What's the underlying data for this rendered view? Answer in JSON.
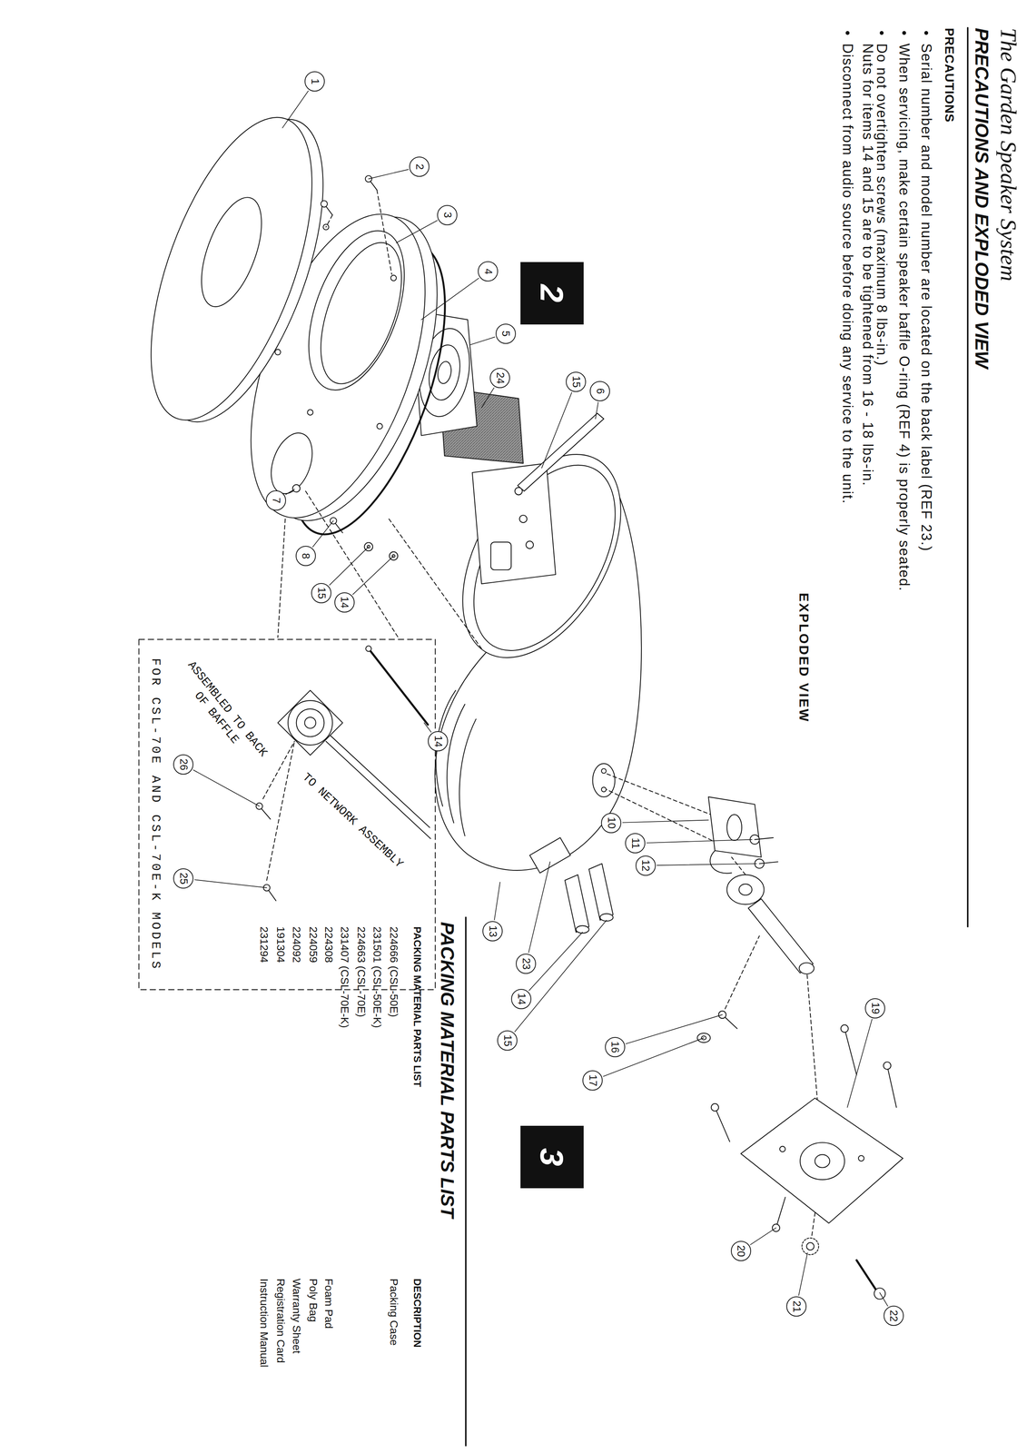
{
  "diagram": {
    "title": "The Garden Speaker System",
    "nodes": [
      {
        "text": [
          "1"
        ]
      },
      {
        "text": [
          "2"
        ]
      },
      {
        "text": [
          "3"
        ]
      },
      {
        "text": [
          "4"
        ]
      },
      {
        "text": [
          "5"
        ]
      },
      {
        "text": [
          "24"
        ]
      },
      {
        "text": [
          "15"
        ]
      },
      {
        "text": [
          "6"
        ]
      },
      {
        "text": [
          "7"
        ]
      },
      {
        "text": [
          "8"
        ]
      },
      {
        "text": [
          "15"
        ]
      },
      {
        "text": [
          "14"
        ]
      },
      {
        "text": [
          "14"
        ]
      },
      {
        "text": [
          "10"
        ]
      },
      {
        "text": [
          "11"
        ]
      },
      {
        "text": [
          "12"
        ]
      },
      {
        "text": [
          "13"
        ]
      },
      {
        "text": [
          "23"
        ]
      },
      {
        "text": [
          "14"
        ]
      },
      {
        "text": [
          "15"
        ]
      },
      {
        "text": [
          "16"
        ]
      },
      {
        "text": [
          "17"
        ]
      },
      {
        "text": [
          "19"
        ]
      },
      {
        "text": [
          "20"
        ]
      },
      {
        "text": [
          "21"
        ]
      },
      {
        "text": [
          "22"
        ]
      },
      {
        "text": [
          "26"
        ]
      },
      {
        "text": [
          "25"
        ]
      },
      {
        "text": [
          "2"
        ]
      },
      {
        "text": [
          "3"
        ]
      }
    ],
    "labels": [
      "PRECAUTIONS AND EXPLODED VIEW",
      "PRECAUTIONS",
      "Serial number and model number are located on the back label (REF 23.)",
      "When servicing, make certain speaker baffle O-ring (REF 4) is properly seated.",
      "Do not overtighten screws (maximum 8 lbs-in.)",
      "Nuts for items 14 and 15 are to be tightened from 16 - 18 lbs-in.",
      "Disconnect from audio source before doing any service to the unit.",
      "EXPLODED VIEW",
      "ASSEMBLED TO BACK OF BAFFLE",
      "TO NETWORK ASSEMBLY",
      "FOR CSL-70E AND CSL-70E-K MODELS",
      "PACKING MATERIAL PARTS LIST",
      "PACKING MATERIAL PARTS LIST",
      "DESCRIPTION",
      "224666 (CSL-50E)",
      "Packing Case",
      "231501 (CSL-50E-K)",
      "224663 (CSL-70E)",
      "231407 (CSL-70E-K)",
      "224308",
      "Foam Pad",
      "224059",
      "Poly Bag",
      "224092",
      "Warranty Sheet",
      "191304",
      "Registration Card",
      "231294",
      "Instruction Manual"
    ]
  }
}
